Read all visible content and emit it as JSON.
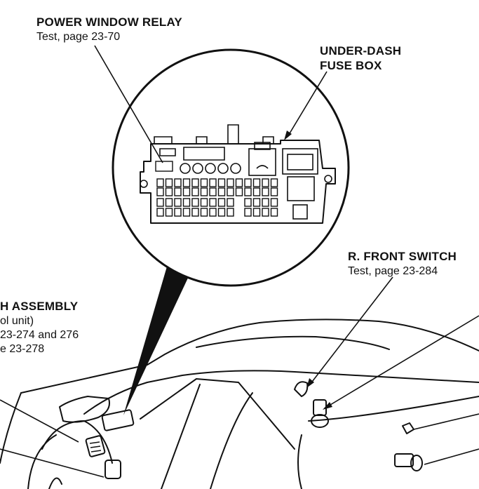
{
  "labels": {
    "power_window_relay": {
      "title": "POWER WINDOW RELAY",
      "sub": "Test, page 23-70"
    },
    "under_dash_fuse_box": {
      "line1": "UNDER-DASH",
      "line2": "FUSE BOX"
    },
    "r_front_switch": {
      "title": "R. FRONT SWITCH",
      "sub": "Test, page 23-284"
    },
    "switch_assembly": {
      "title": "H ASSEMBLY",
      "line1": "ol unit)",
      "line2": "23-274 and 276",
      "line3": "e 23-278"
    }
  },
  "colors": {
    "ink": "#111111",
    "background": "#ffffff"
  }
}
